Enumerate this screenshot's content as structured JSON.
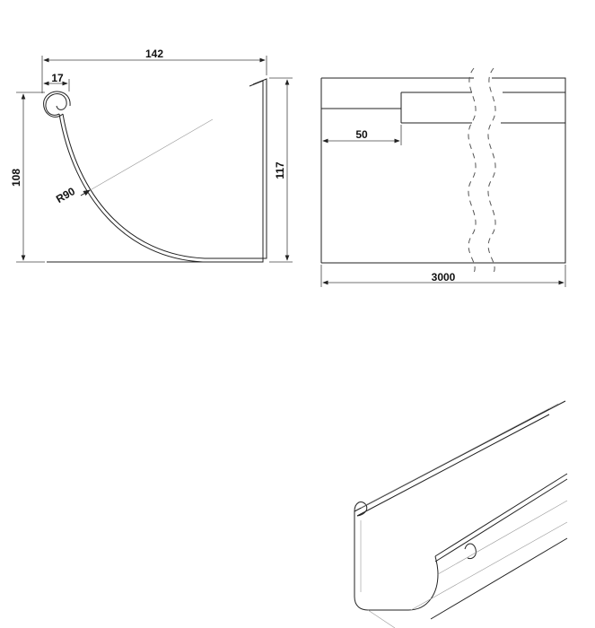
{
  "profile_view": {
    "width_label": "142",
    "bead_label": "17",
    "front_height_label": "108",
    "back_height_label": "117",
    "radius_label": "R90"
  },
  "side_view": {
    "overlap_label": "50",
    "length_label": "3000"
  },
  "colors": {
    "line": "#222222",
    "dimension": "#111111",
    "background": "#ffffff"
  }
}
